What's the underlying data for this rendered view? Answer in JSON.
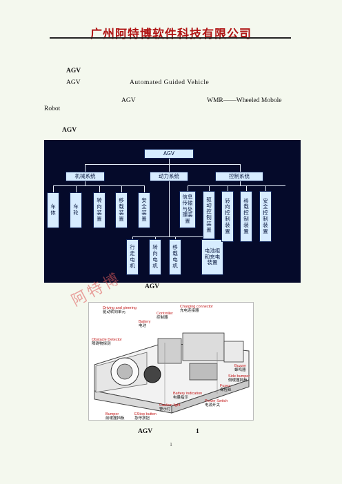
{
  "header": {
    "company": "广州阿特博软件科技有限公司"
  },
  "body": {
    "h1": "AGV",
    "l1_a": "AGV",
    "l1_b": "Automated Guided Vehicle",
    "l2_a": "AGV",
    "l2_b": "WMR——Wheeled Mobole",
    "l3": "Robot",
    "h2": "AGV"
  },
  "diagram": {
    "root": "AGV",
    "groups": [
      "机械系统",
      "动力系统",
      "控制系统"
    ],
    "mech_items": [
      "车体",
      "车轮",
      "转向装置",
      "移载装置",
      "安全装置"
    ],
    "power_items": [
      "行走电机",
      "转向电机",
      "移载电机",
      "电池组和充电装置"
    ],
    "ctrl_items": [
      "信息传输与处理装置",
      "驱动控制装置",
      "转向控制装置",
      "移载控制装置",
      "安全控制装置"
    ]
  },
  "captions": {
    "fig1": "AGV",
    "fig2_a": "AGV",
    "fig2_b": "1"
  },
  "photo": {
    "labels": [
      {
        "en": "Driving and steering",
        "zh": "驱动转向单元"
      },
      {
        "en": "Battery",
        "zh": "电池"
      },
      {
        "en": "Controller",
        "zh": "控制器"
      },
      {
        "en": "Charging connector",
        "zh": "充电连接器"
      },
      {
        "en": "Obstacle Detector",
        "zh": "障碍物探测"
      },
      {
        "en": "Buzzer",
        "zh": "蜂鸣器"
      },
      {
        "en": "Side bumper",
        "zh": "侧缓撞挡板"
      },
      {
        "en": "Fuses",
        "zh": "保险丝"
      },
      {
        "en": "Battery indication",
        "zh": "电量指示"
      },
      {
        "en": "Power Switch",
        "zh": "电源开关"
      },
      {
        "en": "Caution light",
        "zh": "警示灯"
      },
      {
        "en": "Bumper",
        "zh": "前缓撞挡板"
      },
      {
        "en": "EStop button",
        "zh": "急停按钮"
      }
    ]
  },
  "watermark": "阿特博",
  "page_number": "1"
}
